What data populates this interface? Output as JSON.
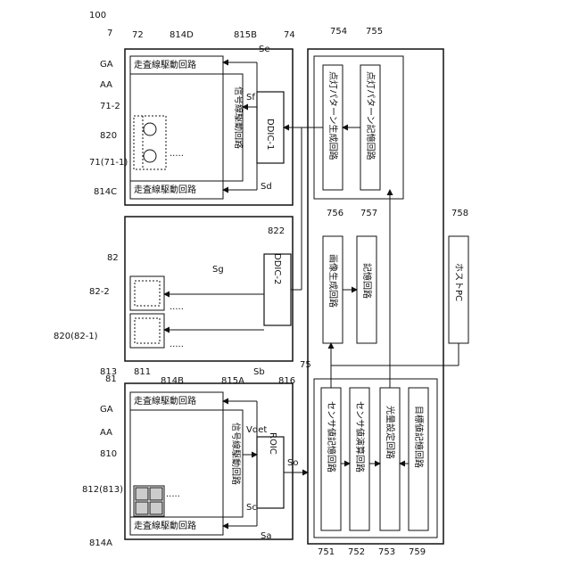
{
  "figure": {
    "top_ref": "100",
    "device_ref": "7"
  },
  "panel_top": {
    "ref": "72",
    "labels": [
      "GA",
      "AA",
      "71-2",
      "820",
      "71(71-1)",
      "814C",
      "814D"
    ],
    "gate_driver_text": "走査線駆動回路",
    "signal_driver_text": "信号線駆動回路",
    "ic_text": "DDIC-1",
    "ic_ref": "74",
    "signals": [
      "Se",
      "Sf",
      "Sd"
    ],
    "sig_ref": "815B"
  },
  "panel_mid": {
    "ref": "82",
    "ic_text": "DDIC-2",
    "ic_ref": "822",
    "signal": "Sg",
    "labels": [
      "82-2",
      "820(82-1)",
      "813"
    ]
  },
  "panel_bot": {
    "ref": "81",
    "refs_top": [
      "811",
      "814B",
      "815A",
      "Sb",
      "816"
    ],
    "labels": [
      "GA",
      "AA",
      "810",
      "812(813)",
      "814A"
    ],
    "gate_driver_text": "走査線駆動回路",
    "signal_driver_text": "信号線駆動回路",
    "ic_text": "ROIC",
    "signals": [
      "Vdet",
      "Sc",
      "Sa",
      "So"
    ]
  },
  "controller": {
    "ref": "75",
    "blocks": [
      {
        "ref": "754",
        "text": "点灯パターン生成回路"
      },
      {
        "ref": "755",
        "text": "点灯パターン記憶回路"
      },
      {
        "ref": "756",
        "text": "画像生成回路"
      },
      {
        "ref": "757",
        "text": "記憶回路"
      },
      {
        "ref": "751",
        "text": "センサ値記憶回路"
      },
      {
        "ref": "752",
        "text": "センサ値演算回路"
      },
      {
        "ref": "753",
        "text": "光量設定回路"
      },
      {
        "ref": "759",
        "text": "目標値記憶回路"
      }
    ]
  },
  "host": {
    "ref": "758",
    "text": "ホストPC"
  }
}
